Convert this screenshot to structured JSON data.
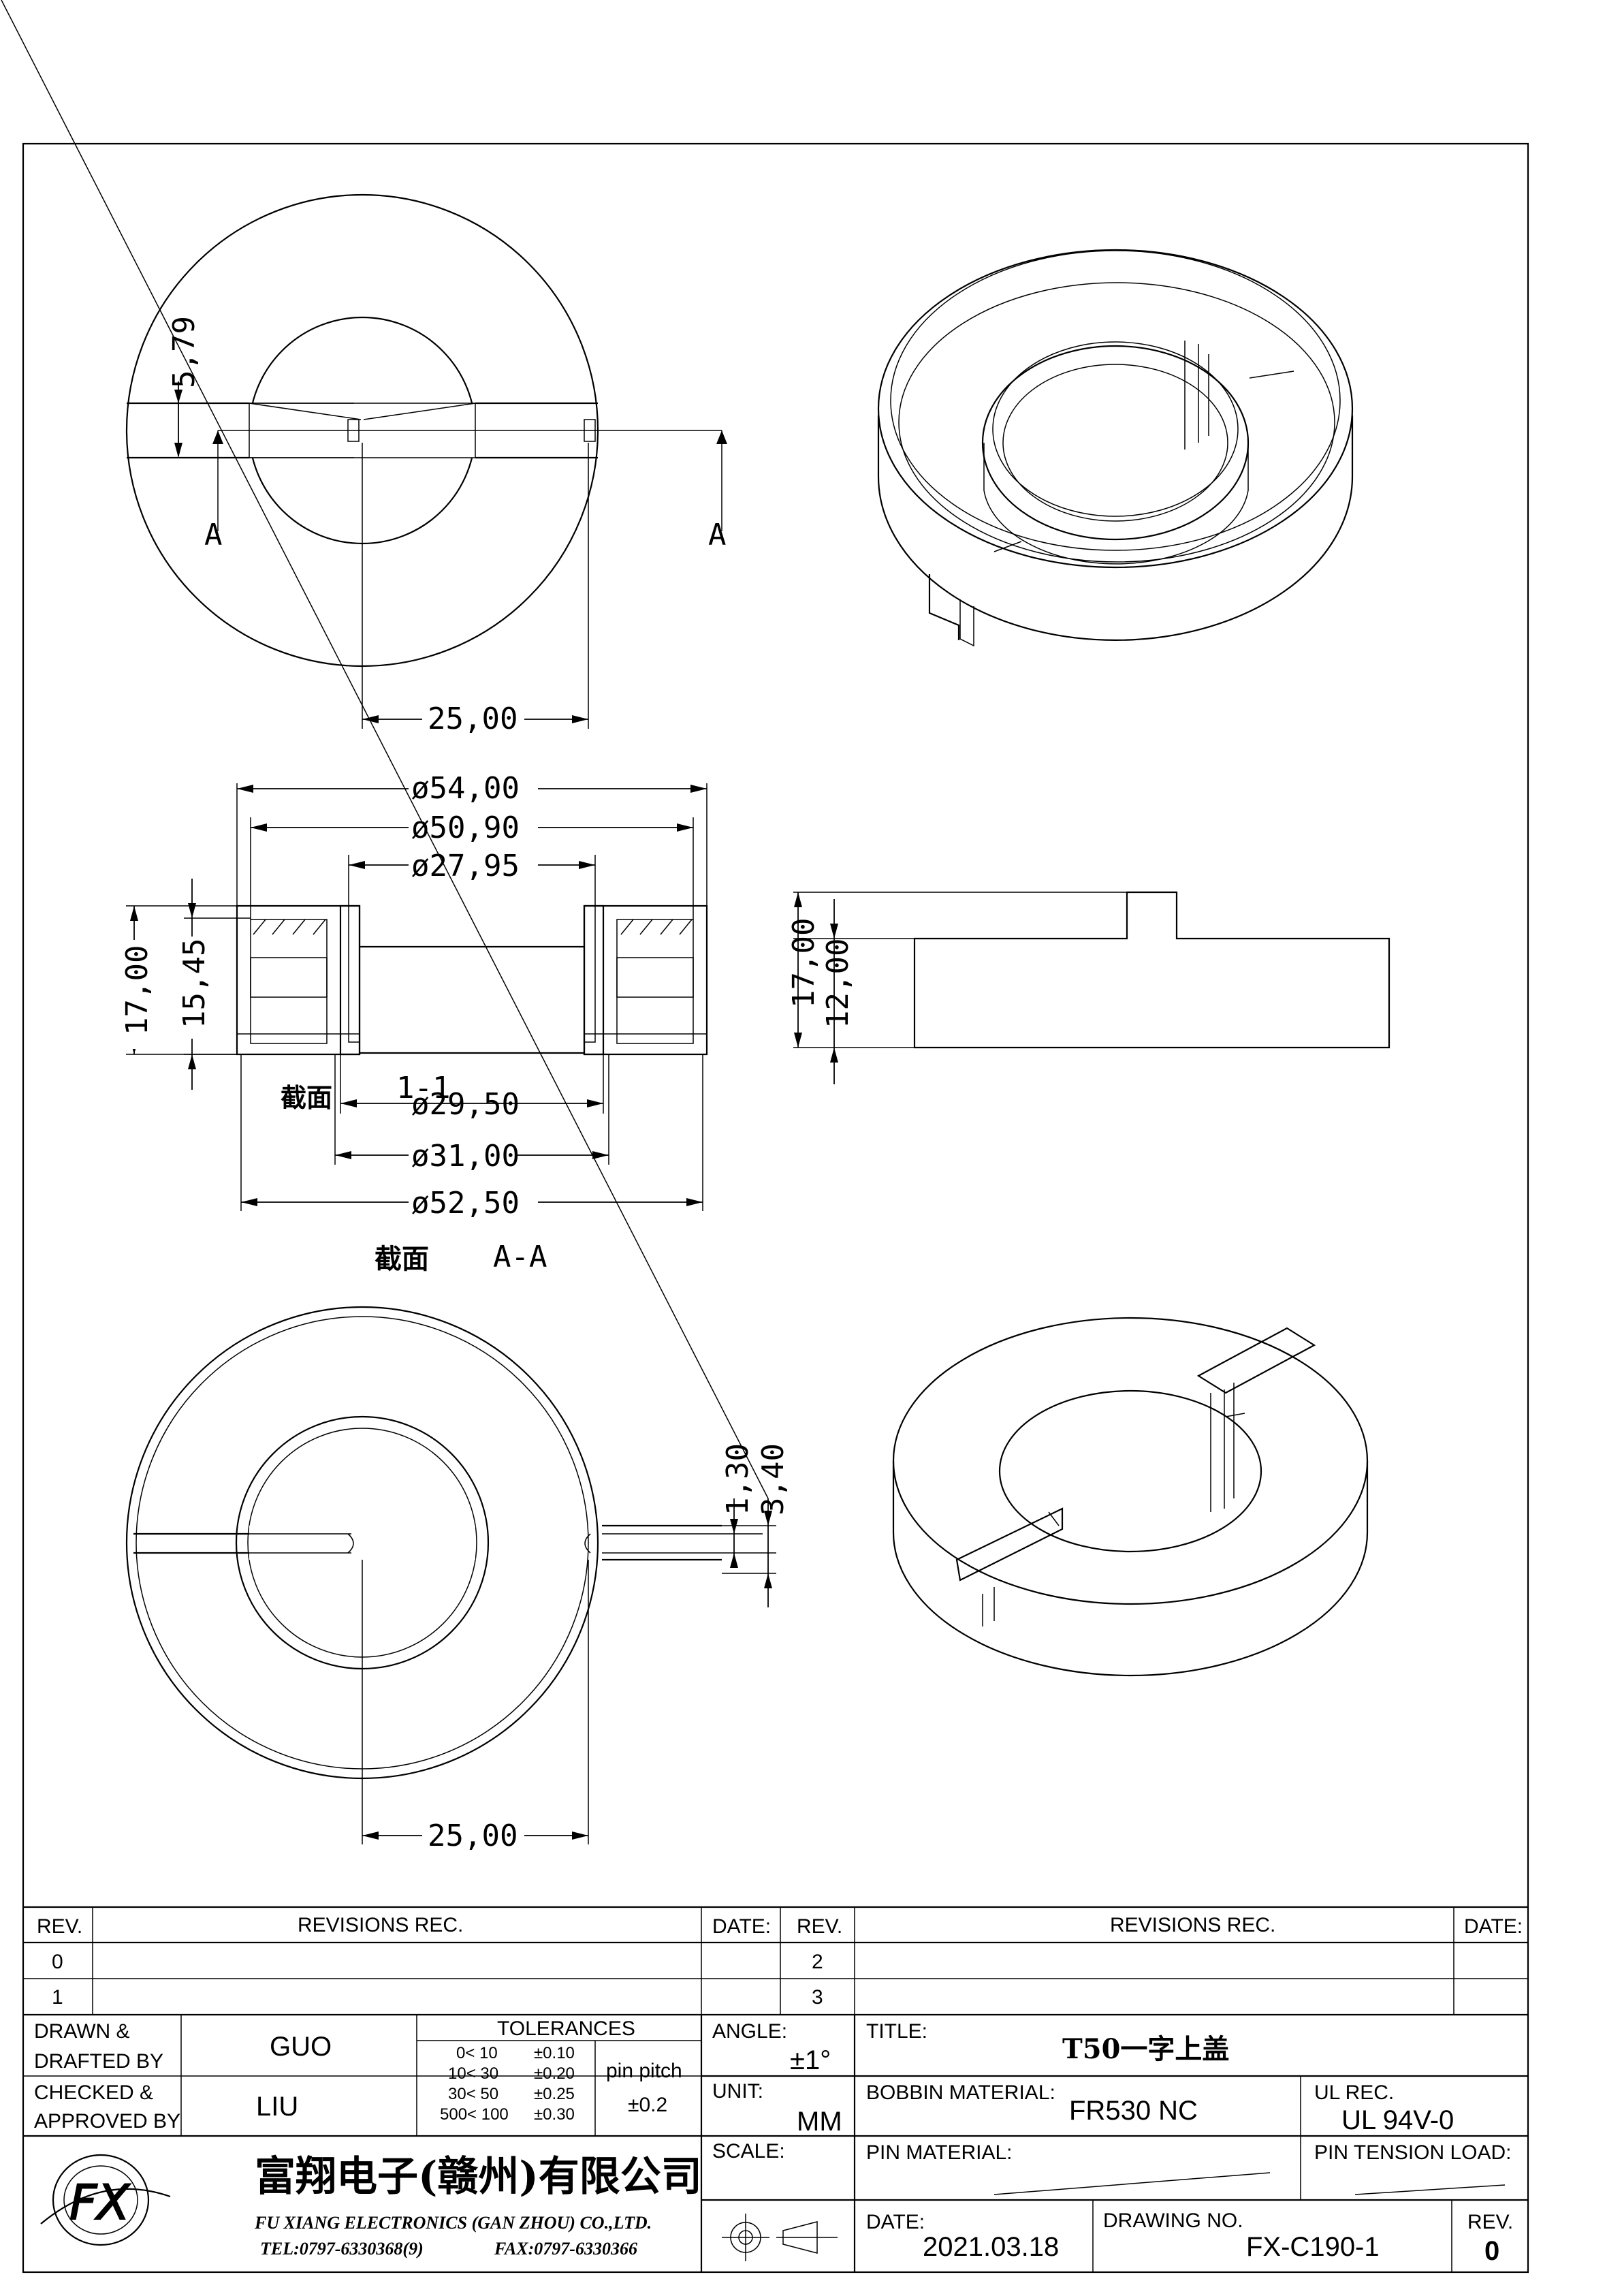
{
  "drawing": {
    "dims_top_view": {
      "slot_width": "5,79",
      "inner_width": "25,00",
      "section_left": "A",
      "section_right": "A"
    },
    "dims_section": {
      "d_outer": "ø54,00",
      "d_rim": "ø50,90",
      "d_core": "ø27,95",
      "h_total": "17,00",
      "h_inner": "15,45",
      "d_29": "ø29,50",
      "d_31": "ø31,00",
      "d_52": "ø52,50",
      "section_label_cn": "截面",
      "section_label_1": "1-1",
      "section_caption_cn": "截面",
      "section_caption": "A-A"
    },
    "dims_side": {
      "h_total": "17,00",
      "h_body": "12,00"
    },
    "dims_bottom": {
      "slot_130": "1,30",
      "slot_340": "3,40",
      "inner_width": "25,00"
    }
  },
  "revisions": {
    "header": {
      "rev": "REV.",
      "rec": "REVISIONS   REC.",
      "date": "DATE:"
    },
    "left_rows": [
      "0",
      "1"
    ],
    "right_rows": [
      "2",
      "3"
    ]
  },
  "titleblock": {
    "drawn_label_1": "DRAWN &",
    "drawn_label_2": "DRAFTED BY",
    "drawn_value": "GUO",
    "checked_label_1": "CHECKED &",
    "checked_label_2": "APPROVED BY",
    "checked_value": "LIU",
    "tolerances_title": "TOLERANCES",
    "tolerances": [
      {
        "range": "0<   10",
        "tol": "±0.10"
      },
      {
        "range": "10<   30",
        "tol": "±0.20"
      },
      {
        "range": "30<   50",
        "tol": "±0.25"
      },
      {
        "range": "500<  100",
        "tol": "±0.30"
      }
    ],
    "pin_pitch_label": "pin pitch",
    "pin_pitch_value": "±0.2",
    "angle_label": "ANGLE:",
    "angle_value": "±1°",
    "unit_label": "UNIT:",
    "unit_value": "MM",
    "scale_label": "SCALE:",
    "title_label": "TITLE:",
    "title_value": "T50一字上盖",
    "bobbin_label": "BOBBIN MATERIAL:",
    "bobbin_value": "FR530 NC",
    "ul_label": "UL REC.",
    "ul_value": "UL 94V-0",
    "pin_material_label": "PIN MATERIAL:",
    "pin_tension_label": "PIN TENSION LOAD:",
    "date_label": "DATE:",
    "date_value": "2021.03.18",
    "drawing_no_label": "DRAWING NO.",
    "drawing_no_value": "FX-C190-1",
    "rev_label": "REV.",
    "rev_value": "0",
    "company_cn": "富翔电子(赣州)有限公司",
    "company_en": "FU XIANG ELECTRONICS (GAN ZHOU) CO.,LTD.",
    "tel": "TEL:0797-6330368(9)",
    "fax": "FAX:0797-6330366",
    "logo_text": "FX"
  }
}
